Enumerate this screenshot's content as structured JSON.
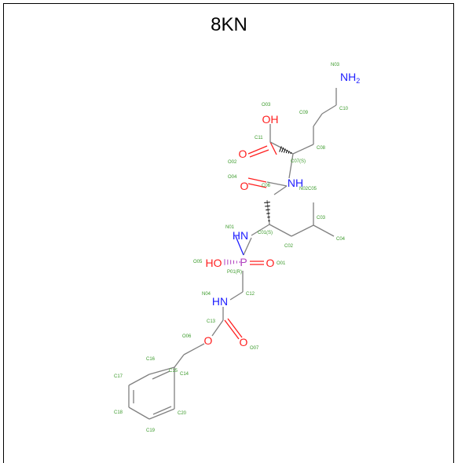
{
  "title": "8KN",
  "colors": {
    "bond": "#808080",
    "carbon_label": "#3a9a2a",
    "oxygen": "#ff2020",
    "nitrogen": "#2020ff",
    "phosphorus": "#b040c0",
    "frame": "#000000"
  },
  "atoms": [
    {
      "id": "NH2",
      "text": "NH",
      "sub": "2",
      "color": "nitrogen"
    },
    {
      "id": "OH",
      "text": "OH",
      "color": "oxygen"
    },
    {
      "id": "O1",
      "text": "O",
      "color": "oxygen"
    },
    {
      "id": "NH1",
      "text": "NH",
      "color": "nitrogen"
    },
    {
      "id": "O2",
      "text": "O",
      "color": "oxygen"
    },
    {
      "id": "HN1",
      "text": "HN",
      "color": "nitrogen"
    },
    {
      "id": "HO",
      "text": "HO",
      "color": "oxygen"
    },
    {
      "id": "P",
      "text": "P",
      "color": "phosphorus"
    },
    {
      "id": "O3",
      "text": "O",
      "color": "oxygen"
    },
    {
      "id": "HN2",
      "text": "HN",
      "color": "nitrogen"
    },
    {
      "id": "O4",
      "text": "O",
      "color": "oxygen"
    },
    {
      "id": "O5",
      "text": "O",
      "color": "oxygen"
    }
  ],
  "labels": [
    {
      "id": "N03",
      "text": "N03"
    },
    {
      "id": "C10",
      "text": "C10"
    },
    {
      "id": "O03",
      "text": "O03"
    },
    {
      "id": "C09",
      "text": "C09"
    },
    {
      "id": "C11",
      "text": "C11"
    },
    {
      "id": "C08",
      "text": "C08"
    },
    {
      "id": "O02",
      "text": "O02"
    },
    {
      "id": "C07S",
      "text": "C07(S)"
    },
    {
      "id": "O04",
      "text": "O04"
    },
    {
      "id": "C06",
      "text": "C06"
    },
    {
      "id": "N02",
      "text": "N02"
    },
    {
      "id": "C05",
      "text": "C05"
    },
    {
      "id": "N01",
      "text": "N01"
    },
    {
      "id": "C01S",
      "text": "C01(S)"
    },
    {
      "id": "C03",
      "text": "C03"
    },
    {
      "id": "C02",
      "text": "C02"
    },
    {
      "id": "C04",
      "text": "C04"
    },
    {
      "id": "O05",
      "text": "O05"
    },
    {
      "id": "O01",
      "text": "O01"
    },
    {
      "id": "P01R",
      "text": "P01(R)"
    },
    {
      "id": "N04",
      "text": "N04"
    },
    {
      "id": "C12",
      "text": "C12"
    },
    {
      "id": "C13",
      "text": "C13"
    },
    {
      "id": "O06",
      "text": "O06"
    },
    {
      "id": "O07",
      "text": "O07"
    },
    {
      "id": "C16",
      "text": "C16"
    },
    {
      "id": "C15",
      "text": "C15"
    },
    {
      "id": "C14",
      "text": "C14"
    },
    {
      "id": "C17",
      "text": "C17"
    },
    {
      "id": "C18",
      "text": "C18"
    },
    {
      "id": "C20",
      "text": "C20"
    },
    {
      "id": "C19",
      "text": "C19"
    }
  ]
}
